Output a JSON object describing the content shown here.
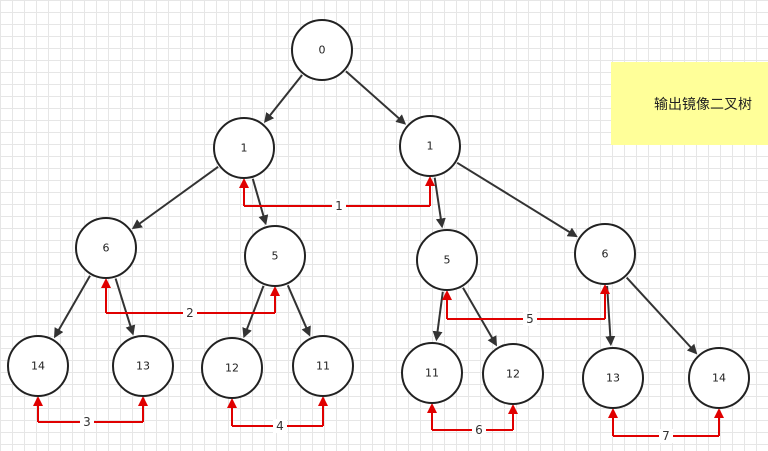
{
  "colors": {
    "node_stroke": "#222222",
    "edge": "#333333",
    "swap": "#e00000",
    "note_background": "#ffff99"
  },
  "note": {
    "text": "输出镜像二叉树"
  },
  "nodes": [
    {
      "id": "n0",
      "label": "0"
    },
    {
      "id": "n1",
      "label": "1"
    },
    {
      "id": "n2",
      "label": "1"
    },
    {
      "id": "n3",
      "label": "6"
    },
    {
      "id": "n4",
      "label": "5"
    },
    {
      "id": "n5",
      "label": "5"
    },
    {
      "id": "n6",
      "label": "6"
    },
    {
      "id": "n7",
      "label": "14"
    },
    {
      "id": "n8",
      "label": "13"
    },
    {
      "id": "n9",
      "label": "12"
    },
    {
      "id": "n10",
      "label": "11"
    },
    {
      "id": "n11",
      "label": "11"
    },
    {
      "id": "n12",
      "label": "12"
    },
    {
      "id": "n13",
      "label": "13"
    },
    {
      "id": "n14",
      "label": "14"
    }
  ],
  "edges": [
    {
      "from": "n0",
      "to": "n1"
    },
    {
      "from": "n0",
      "to": "n2"
    },
    {
      "from": "n1",
      "to": "n3"
    },
    {
      "from": "n1",
      "to": "n4"
    },
    {
      "from": "n2",
      "to": "n5"
    },
    {
      "from": "n2",
      "to": "n6"
    },
    {
      "from": "n3",
      "to": "n7"
    },
    {
      "from": "n3",
      "to": "n8"
    },
    {
      "from": "n4",
      "to": "n9"
    },
    {
      "from": "n4",
      "to": "n10"
    },
    {
      "from": "n5",
      "to": "n11"
    },
    {
      "from": "n5",
      "to": "n12"
    },
    {
      "from": "n6",
      "to": "n13"
    },
    {
      "from": "n6",
      "to": "n14"
    }
  ],
  "swaps": [
    {
      "label": "1",
      "a": "n1",
      "b": "n2"
    },
    {
      "label": "2",
      "a": "n3",
      "b": "n4"
    },
    {
      "label": "3",
      "a": "n7",
      "b": "n8"
    },
    {
      "label": "4",
      "a": "n9",
      "b": "n10"
    },
    {
      "label": "5",
      "a": "n5",
      "b": "n6"
    },
    {
      "label": "6",
      "a": "n11",
      "b": "n12"
    },
    {
      "label": "7",
      "a": "n13",
      "b": "n14"
    }
  ]
}
